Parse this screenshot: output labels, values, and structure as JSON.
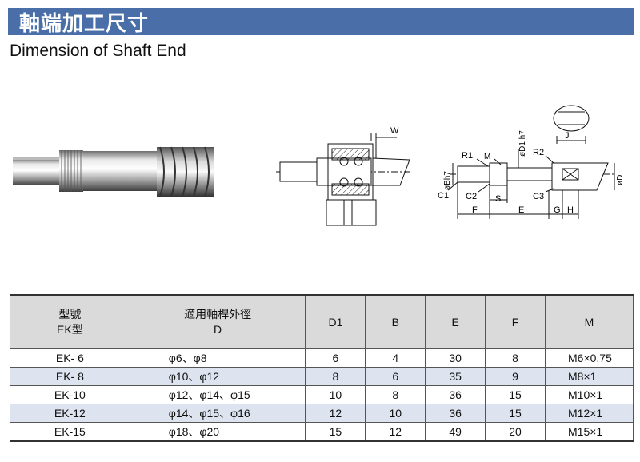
{
  "header": {
    "title_cn": "軸端加工尺寸",
    "title_en": "Dimension of Shaft End",
    "color": "#4a6fa8"
  },
  "diagram": {
    "labels": {
      "W": "W",
      "J": "J",
      "D1": "øD1 h7",
      "R1": "R1",
      "M": "M",
      "R2": "R2",
      "Bh7": "øBh7",
      "D": "øD",
      "C1": "C1",
      "C2": "C2",
      "S": "S",
      "C3": "C3",
      "F": "F",
      "E": "E",
      "G": "G",
      "H": "H"
    }
  },
  "table": {
    "headers": {
      "model_cn": "型號",
      "model_code": "EK型",
      "shaft_cn": "適用軸桿外徑",
      "shaft_sym": "D",
      "d1": "D1",
      "b": "B",
      "e": "E",
      "f": "F",
      "m": "M"
    },
    "rows": [
      {
        "model": "EK- 6",
        "shaft": "φ6、φ8",
        "d1": "6",
        "b": "4",
        "e": "30",
        "f": "8",
        "m": "M6×0.75"
      },
      {
        "model": "EK- 8",
        "shaft": "φ10、φ12",
        "d1": "8",
        "b": "6",
        "e": "35",
        "f": "9",
        "m": "M8×1"
      },
      {
        "model": "EK-10",
        "shaft": "φ12、φ14、φ15",
        "d1": "10",
        "b": "8",
        "e": "36",
        "f": "15",
        "m": "M10×1"
      },
      {
        "model": "EK-12",
        "shaft": "φ14、φ15、φ16",
        "d1": "12",
        "b": "10",
        "e": "36",
        "f": "15",
        "m": "M12×1"
      },
      {
        "model": "EK-15",
        "shaft": "φ18、φ20",
        "d1": "15",
        "b": "12",
        "e": "49",
        "f": "20",
        "m": "M15×1"
      }
    ]
  }
}
